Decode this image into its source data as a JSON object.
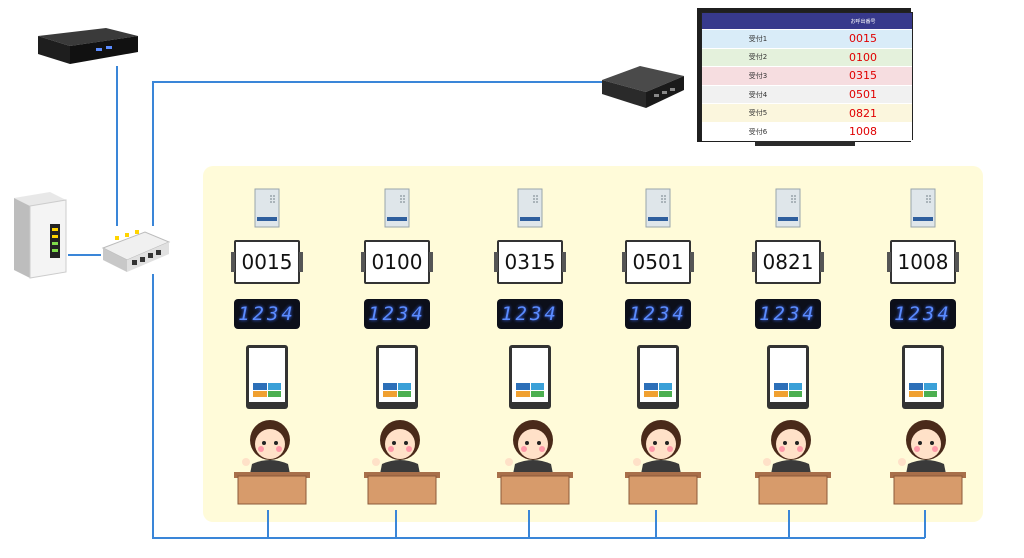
{
  "monitor": {
    "header": "お呼出番号",
    "rows": [
      {
        "label": "受付1",
        "number": "0015",
        "bg": "#d9ecf8"
      },
      {
        "label": "受付2",
        "number": "0100",
        "bg": "#e4f1dc"
      },
      {
        "label": "受付3",
        "number": "0315",
        "bg": "#f6dde0"
      },
      {
        "label": "受付4",
        "number": "0501",
        "bg": "#f1f1f1"
      },
      {
        "label": "受付5",
        "number": "0821",
        "bg": "#fbf6dd"
      },
      {
        "label": "受付6",
        "number": "1008",
        "bg": "#ffffff"
      }
    ]
  },
  "counters": [
    {
      "ticket": "0015",
      "led": "1234"
    },
    {
      "ticket": "0100",
      "led": "1234"
    },
    {
      "ticket": "0315",
      "led": "1234"
    },
    {
      "ticket": "0501",
      "led": "1234"
    },
    {
      "ticket": "0821",
      "led": "1234"
    },
    {
      "ticket": "1008",
      "led": "1234"
    }
  ],
  "colors": {
    "wire": "#3a86d8",
    "panel": "#fffbd9",
    "monitor_header": "#37398c",
    "number": "#e00000"
  }
}
